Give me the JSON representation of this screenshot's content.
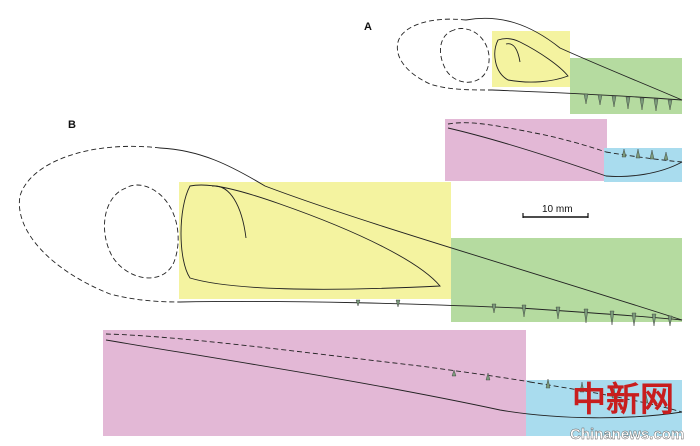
{
  "panels": {
    "a_label": "A",
    "b_label": "B"
  },
  "scale_bar": {
    "label": "10 mm"
  },
  "regions": {
    "yellow": "#f4f3a0",
    "green": "#b5dba0",
    "pink": "#e3b8d6",
    "blue": "#a9dcee"
  },
  "watermark": {
    "chinese": "中新网",
    "english": "Chinanews.com"
  }
}
